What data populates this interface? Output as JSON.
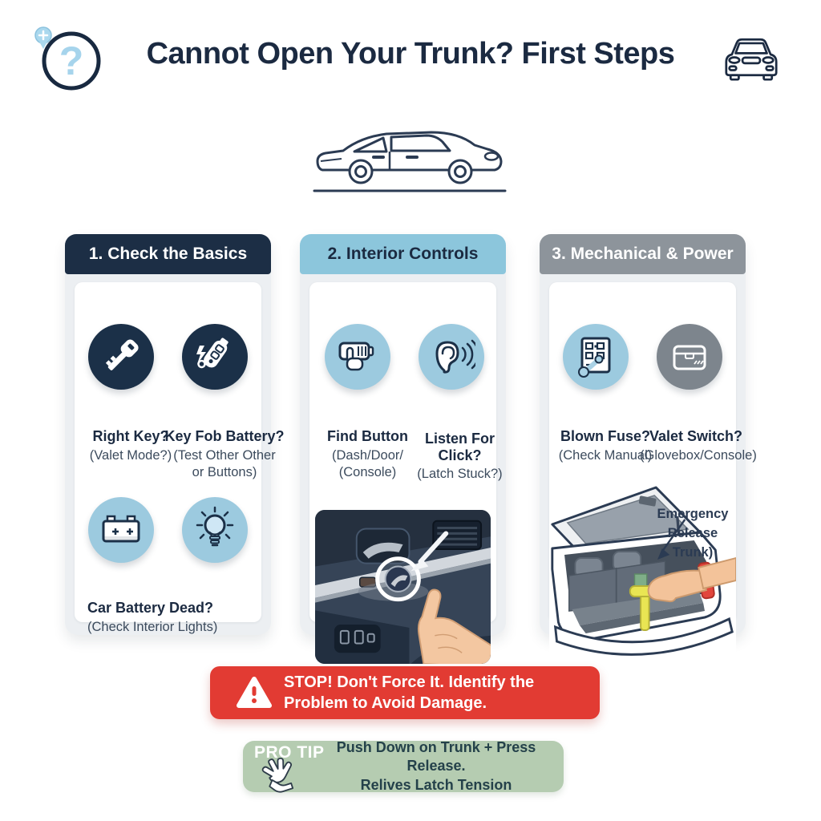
{
  "colors": {
    "navy": "#1b2a41",
    "card1_header": "#1c2e45",
    "card2_header": "#8cc6dc",
    "card3_header": "#8d949b",
    "card_bg": "#eceff2",
    "circle_dark": "#1b3048",
    "circle_blue": "#9ccadf",
    "circle_gray": "#7d858d",
    "red": "#e23b33",
    "green": "#b5ccb1",
    "sub_text": "#3c4b5d",
    "annotation": "#2b3b53"
  },
  "header": {
    "title": "Cannot Open Your Trunk? First Steps",
    "left_icon": "question-mark-circle-icon",
    "right_icon": "car-front-icon"
  },
  "hero": {
    "illustration": "sedan-side-outline"
  },
  "cards": [
    {
      "title": "1. Check the Basics",
      "items": [
        {
          "icon": "car-key-icon",
          "label": "Right Key?",
          "sub": "(Valet Mode?)"
        },
        {
          "icon": "key-fob-icon",
          "label": "Key Fob Battery?",
          "sub": "(Test Other Other\nor Buttons)"
        },
        {
          "icon": "car-battery-icon",
          "label": "Car Battery Dead?",
          "sub": "(Check Interior Lights)"
        },
        {
          "icon": "light-bulb-icon"
        }
      ]
    },
    {
      "title": "2. Interior Controls",
      "items": [
        {
          "icon": "press-button-icon",
          "label": "Find Button",
          "sub": "(Dash/Door/\n(Console)"
        },
        {
          "icon": "ear-listening-icon",
          "label": "Listen For\nClick?",
          "sub": "(Latch Stuck?)"
        }
      ],
      "illustration": "door-panel-button-press"
    },
    {
      "title": "3. Mechanical & Power",
      "items": [
        {
          "icon": "fuse-box-icon",
          "label": "Blown Fuse?",
          "sub": "(Check Manual)"
        },
        {
          "icon": "glovebox-icon",
          "label": "Valet Switch?",
          "sub": "(Glovebox/Console)"
        }
      ],
      "illustration": "open-trunk-emergency-release",
      "annotation": "Emergency\nRelease\nTrunk)"
    }
  ],
  "warning_banner": {
    "icon": "warning-triangle-icon",
    "text": "STOP! Don't Force It. Identify the\nProblem to Avoid Damage."
  },
  "pro_tip_banner": {
    "badge": "PRO TIP",
    "icon": "pressing-hand-icon",
    "text": "Push Down on Trunk + Press Release.\nRelives Latch Tension"
  }
}
